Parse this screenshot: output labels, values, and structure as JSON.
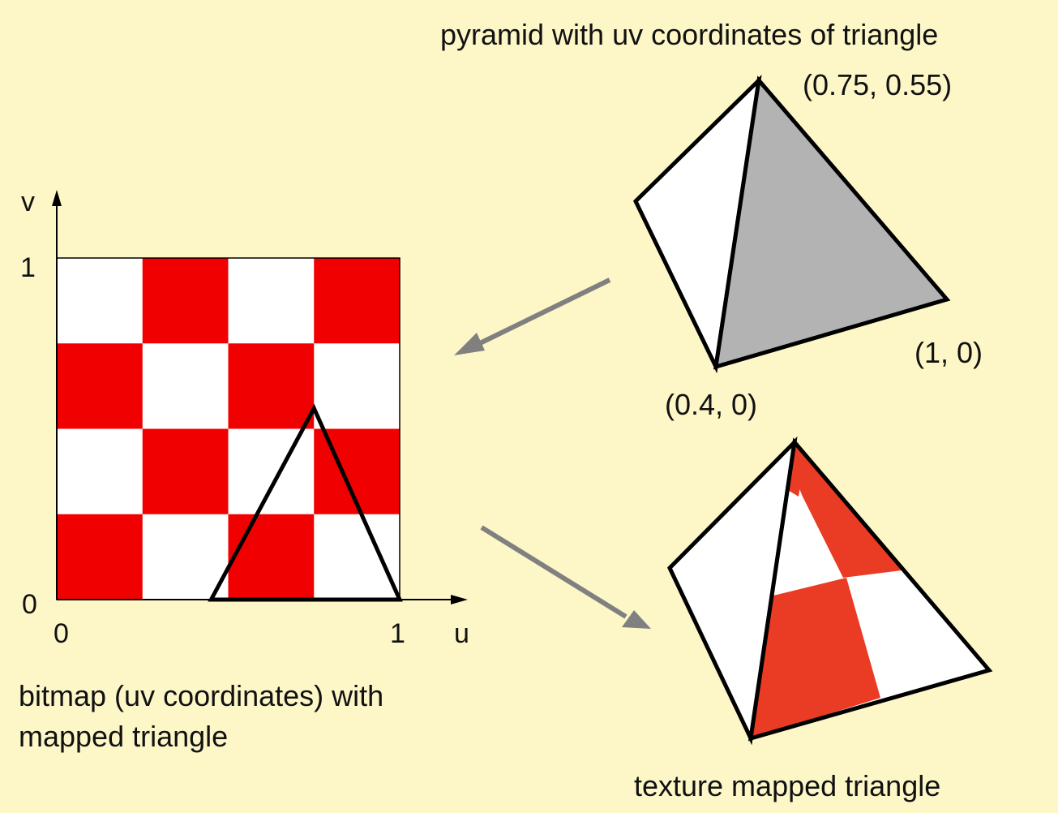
{
  "colors": {
    "background": "#fdf7c8",
    "checker_red": "#f00000",
    "checker_white": "#ffffff",
    "texture_red": "#ea3c24",
    "face_gray": "#b3b3b3",
    "arrow_gray": "#808080",
    "outline": "#000000"
  },
  "checkerboard": {
    "size": 4,
    "first_square": "white"
  },
  "bitmap": {
    "axis_v_label": "v",
    "axis_u_label": "u",
    "tick_v_1": "1",
    "tick_v_0": "0",
    "tick_u_0": "0",
    "tick_u_1": "1",
    "mapped_triangle_uv": [
      [
        0.45,
        0
      ],
      [
        0.75,
        0.56
      ],
      [
        1,
        0
      ]
    ],
    "caption_line1": "bitmap (uv coordinates) with",
    "caption_line2": "mapped triangle"
  },
  "pyramid": {
    "title": "pyramid with uv coordinates of triangle",
    "coord_top": "(0.75, 0.55)",
    "coord_right": "(1, 0)",
    "coord_bottom": "(0.4, 0)"
  },
  "textured": {
    "caption": "texture mapped triangle"
  }
}
